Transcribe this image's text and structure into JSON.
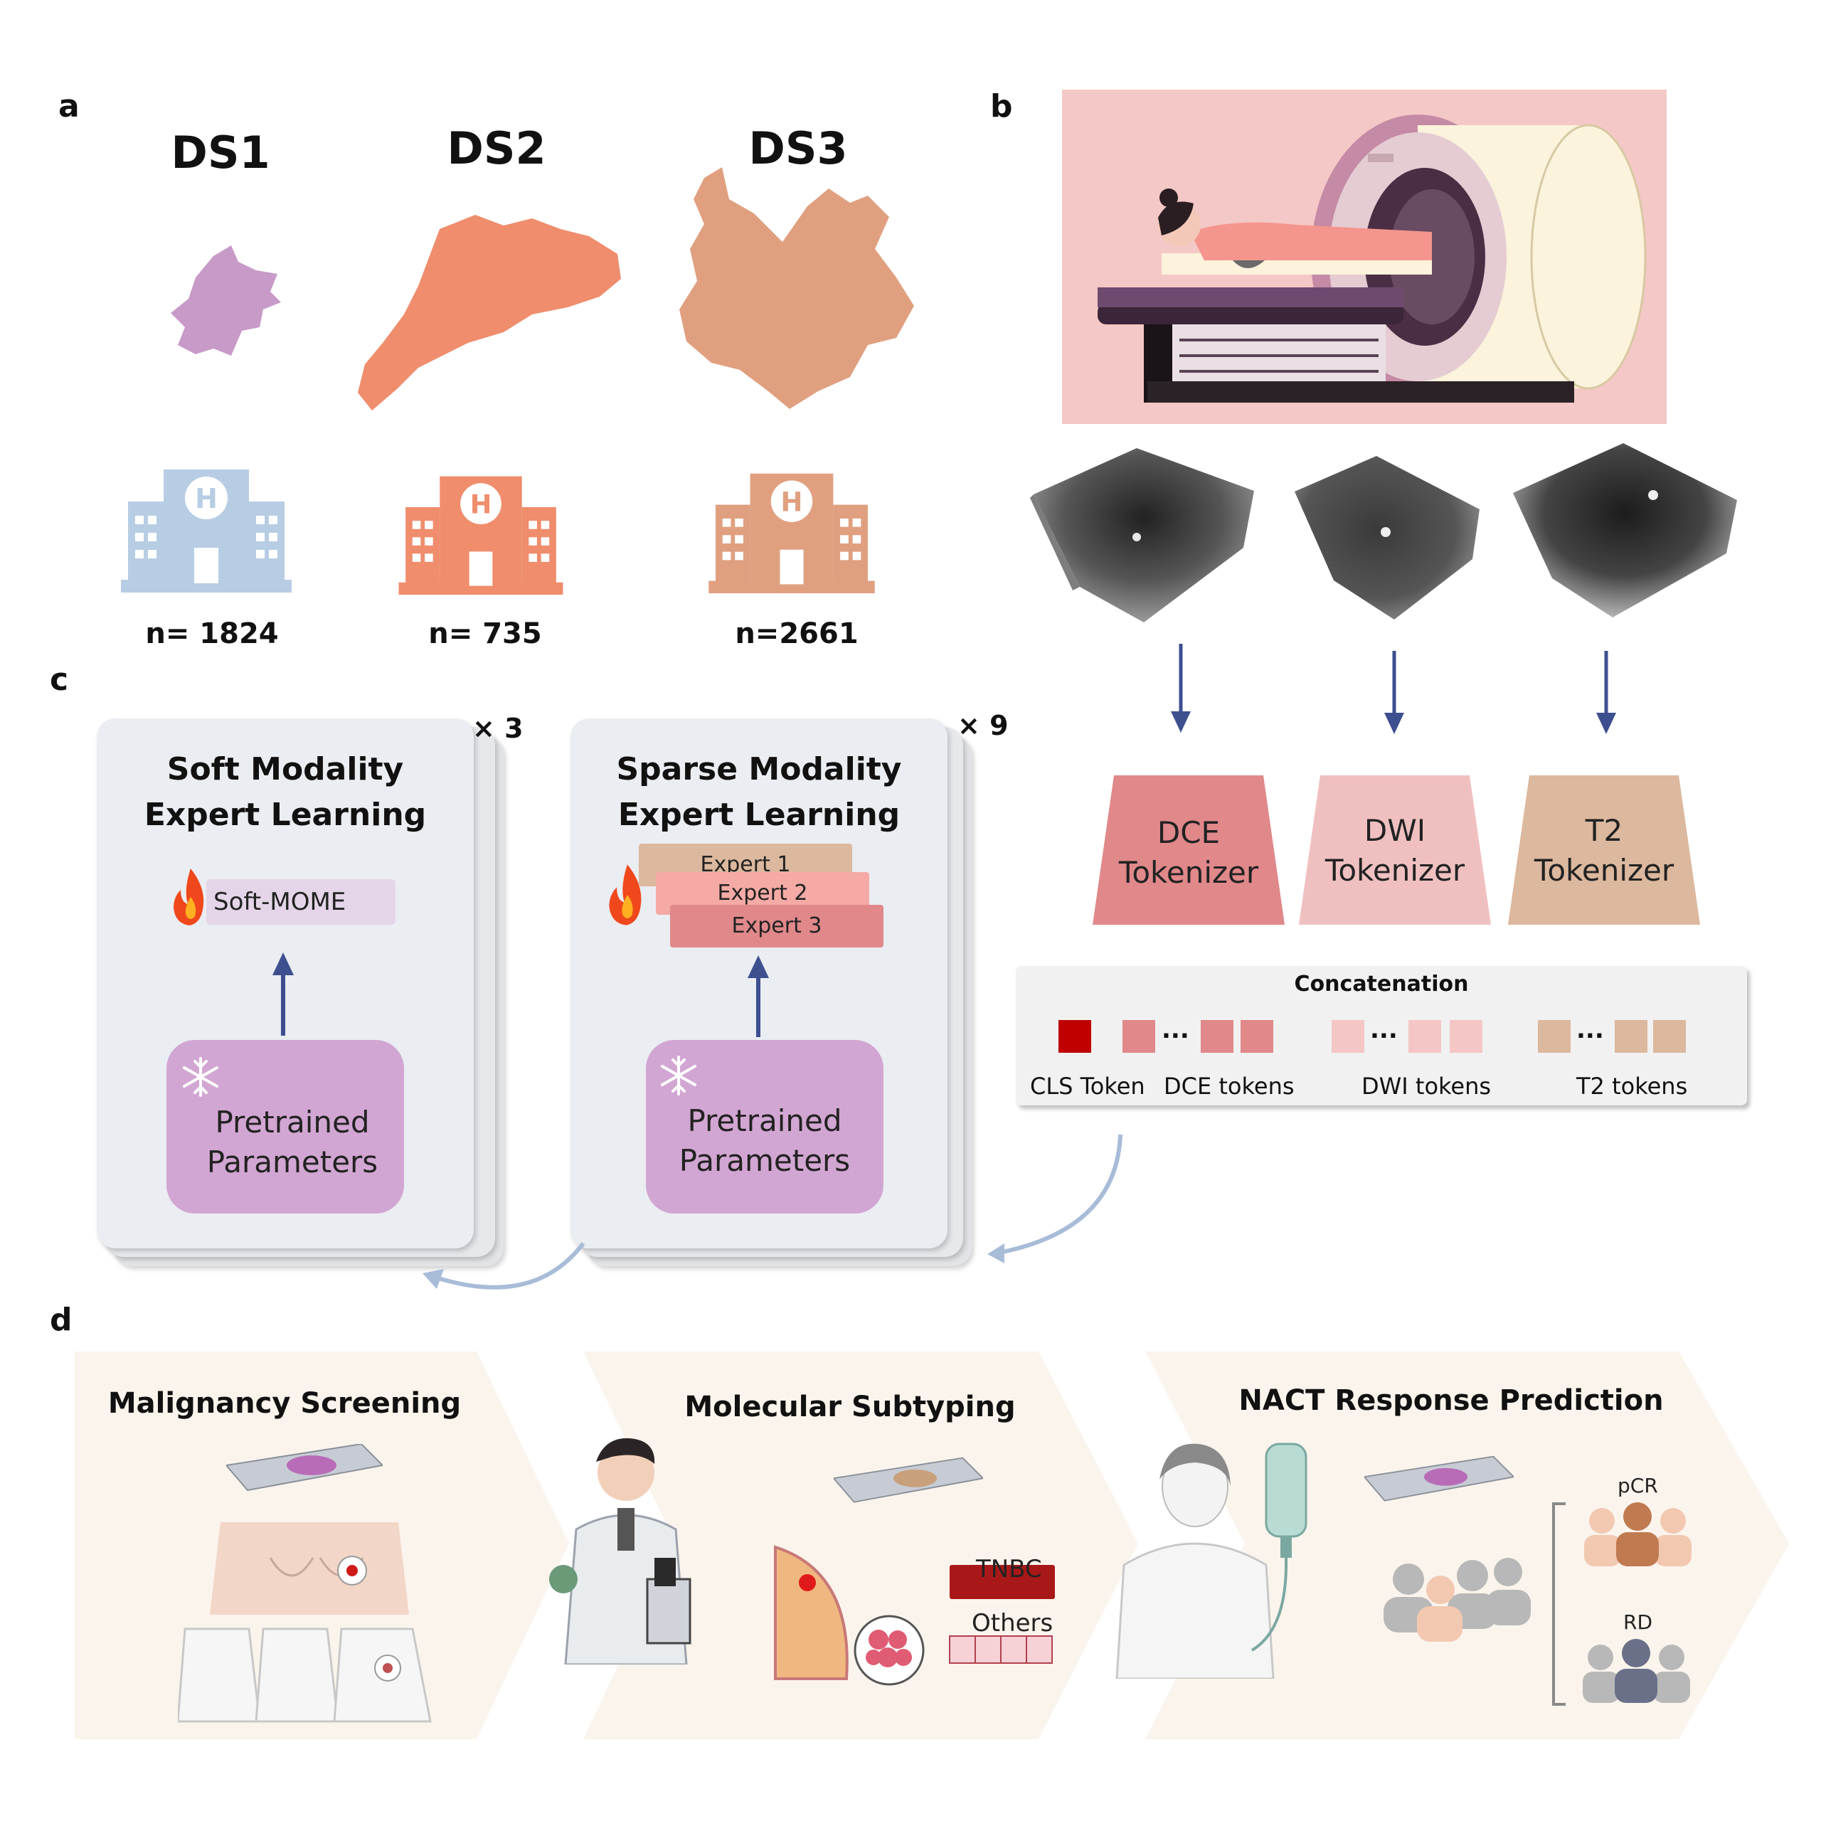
{
  "panels": {
    "a": "a",
    "b": "b",
    "c": "c",
    "d": "d"
  },
  "datasets": [
    {
      "name": "DS1",
      "count": "n= 1824",
      "map_color": "#c89ac8",
      "hospital_color": "#b7cde3"
    },
    {
      "name": "DS2",
      "count": "n= 735",
      "map_color": "#ef8d6c",
      "hospital_color": "#ef8d6c"
    },
    {
      "name": "DS3",
      "count": "n=2661",
      "map_color": "#e0a080",
      "hospital_color": "#e0a080"
    }
  ],
  "hospital_icon_letter": "H",
  "tokenizers": [
    {
      "line1": "DCE",
      "line2": "Tokenizer",
      "color": "#e0888a"
    },
    {
      "line1": "DWI",
      "line2": "Tokenizer",
      "color": "#f0c0c0"
    },
    {
      "line1": "T2",
      "line2": "Tokenizer",
      "color": "#dcb89e"
    }
  ],
  "concatenation": {
    "title": "Concatenation",
    "ellipsis": "...",
    "labels": [
      "CLS Token",
      "DCE tokens",
      "DWI tokens",
      "T2 tokens"
    ],
    "colors": {
      "cls": "#c00000",
      "dce": "#e0888a",
      "dwi": "#f5c6c6",
      "t2": "#dcb89e"
    }
  },
  "soft_card": {
    "title_line1": "Soft Modality",
    "title_line2": "Expert Learning",
    "multiplier": "× 3",
    "module": "Soft-MOME",
    "pretrained_line1": "Pretrained",
    "pretrained_line2": "Parameters"
  },
  "sparse_card": {
    "title_line1": "Sparse Modality",
    "title_line2": "Expert Learning",
    "multiplier": "× 9",
    "experts": [
      {
        "label": "Expert 1",
        "color": "#dcb89e"
      },
      {
        "label": "Expert 2",
        "color": "#f5aaa5"
      },
      {
        "label": "Expert 3",
        "color": "#e0888a"
      }
    ],
    "pretrained_line1": "Pretrained",
    "pretrained_line2": "Parameters"
  },
  "icons": {
    "flame": "flame-icon",
    "snowflake": "snowflake-icon"
  },
  "tasks": [
    {
      "title": "Malignancy Screening"
    },
    {
      "title": "Molecular Subtyping",
      "labels": [
        "TNBC",
        "Others"
      ]
    },
    {
      "title": "NACT Response Prediction",
      "labels": [
        "pCR",
        "RD"
      ]
    }
  ]
}
